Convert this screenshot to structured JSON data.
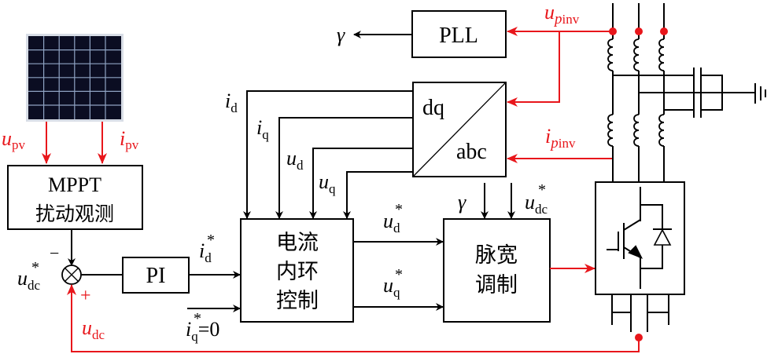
{
  "colors": {
    "signal_red": "#e8161b",
    "line_black": "#000000",
    "panel_dark": "#0b0d22",
    "panel_grid": "#8fa3c3"
  },
  "blocks": {
    "pll": "PLL",
    "dq": "dq",
    "abc": "abc",
    "mppt_line1": "MPPT",
    "mppt_line2": "扰动观测",
    "pi": "PI",
    "current_loop_line1": "电流",
    "current_loop_line2": "内环",
    "current_loop_line3": "控制",
    "pwm_line1": "脉宽",
    "pwm_line2": "调制"
  },
  "signals": {
    "gamma": {
      "main": "γ"
    },
    "u_pv": {
      "main": "u",
      "sub": "pv"
    },
    "i_pv": {
      "main": "i",
      "sub": "pv"
    },
    "u_pinv": {
      "main": "u",
      "sub_italic": "p",
      "sub": "inv"
    },
    "i_pinv": {
      "main": "i",
      "sub_italic": "p",
      "sub": "inv"
    },
    "i_d": {
      "main": "i",
      "sub": "d"
    },
    "i_q": {
      "main": "i",
      "sub": "q"
    },
    "u_d": {
      "main": "u",
      "sub": "d"
    },
    "u_q": {
      "main": "u",
      "sub": "q"
    },
    "i_d_ref": {
      "main": "i",
      "sup": "*",
      "sub": "d"
    },
    "i_q_ref": {
      "main": "i",
      "sup": "*",
      "sub": "q",
      "suffix": "=0"
    },
    "u_d_ref": {
      "main": "u",
      "sup": "*",
      "sub": "d"
    },
    "u_q_ref": {
      "main": "u",
      "sup": "*",
      "sub": "q"
    },
    "u_dc_ref": {
      "main": "u",
      "sup": "*",
      "sub": "dc"
    },
    "u_dc": {
      "main": "u",
      "sub": "dc"
    },
    "gamma_pwm": {
      "main": "γ"
    },
    "u_dc_ref_pwm": {
      "main": "u",
      "sup": "*",
      "sub": "dc"
    }
  },
  "summing_junction": {
    "minus_sign": "−",
    "plus_sign": "+"
  }
}
